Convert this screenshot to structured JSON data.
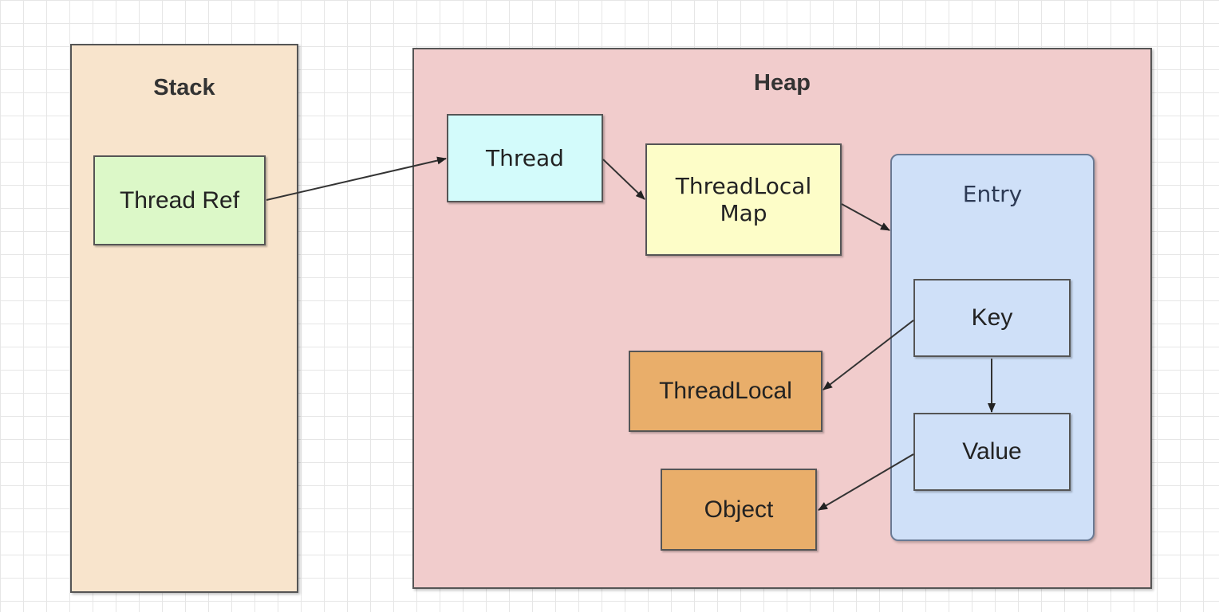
{
  "containers": {
    "stack": "Stack",
    "heap": "Heap",
    "entry": "Entry"
  },
  "nodes": {
    "thread_ref": "Thread Ref",
    "thread": "Thread",
    "threadlocal_map": "ThreadLocal\nMap",
    "key": "Key",
    "value": "Value",
    "threadlocal": "ThreadLocal",
    "object": "Object"
  },
  "colors": {
    "stack": "#f8e4cc",
    "heap": "#f1cccc",
    "entry": "#cfe0f8",
    "thread_ref": "#dcf8c8",
    "thread": "#d3fbfb",
    "threadlocal_map": "#fdfdc8",
    "threadlocal": "#e9ae6a",
    "object": "#e9ae6a"
  }
}
